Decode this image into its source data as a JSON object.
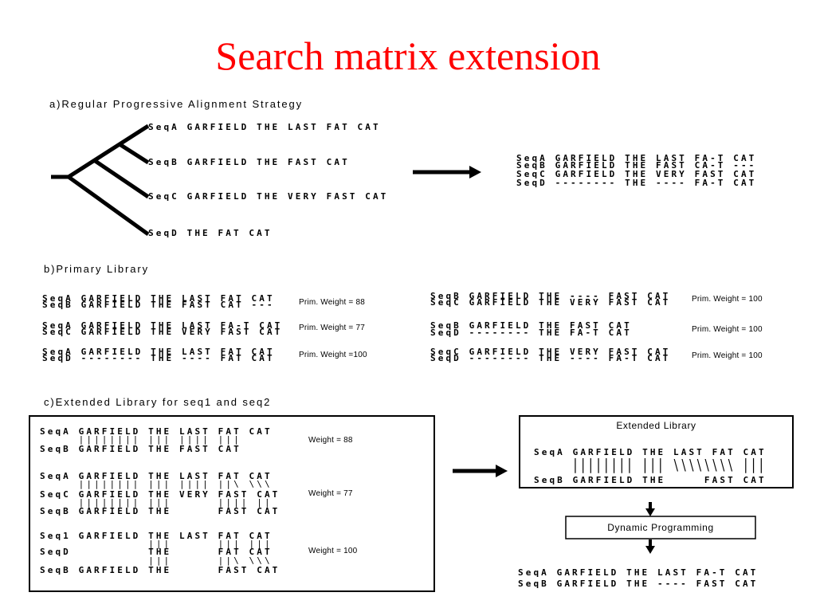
{
  "slide": {
    "title": "Search matrix extension"
  },
  "colors": {
    "title": "#ff0000",
    "ink": "#000000"
  },
  "section_a": {
    "heading": "a)Regular Progressive Alignment Strategy",
    "tree_sequences": [
      "SeqA GARFIELD THE LAST FAT CAT",
      "SeqB GARFIELD THE FAST CAT",
      "SeqC GARFIELD THE VERY FAST CAT",
      "SeqD THE FAT CAT"
    ],
    "alignment": [
      "SeqA GARFIELD THE LAST FA-T CAT",
      "SeqB GARFIELD THE FAST CA-T ---",
      "SeqC GARFIELD THE VERY FAST CAT",
      "SeqD -------- THE ---- FA-T CAT"
    ]
  },
  "section_b": {
    "heading": "b)Primary Library",
    "left_pairs": [
      {
        "lines": [
          "SeqA GARFIELD THE LAST FAT CAT",
          "SeqB GARFIELD THE FAST CAT ---"
        ],
        "weight": "Prim. Weight = 88"
      },
      {
        "lines": [
          "SeqA GARFIELD THE LAST FA-T CAT",
          "SeqC GARFIELD THE VERY FAST CAT"
        ],
        "weight": "Prim. Weight = 77"
      },
      {
        "lines": [
          "SeqA GARFIELD THE LAST FAT CAT",
          "SeqD -------- THE ---- FAT CAT"
        ],
        "weight": "Prim. Weight =100"
      }
    ],
    "right_pairs": [
      {
        "lines": [
          "SeqB GARFIELD THE ---- FAST CAT",
          "SeqC GARFIELD THE VERY FAST CAT"
        ],
        "weight": "Prim. Weight = 100"
      },
      {
        "lines": [
          "SeqB GARFIELD THE FAST CAT",
          "SeqD -------- THE FA-T CAT"
        ],
        "weight": "Prim. Weight = 100"
      },
      {
        "lines": [
          "SeqC GARFIELD THE VERY FAST CAT",
          "SeqD -------- THE ---- FA-T CAT"
        ],
        "weight": "Prim. Weight = 100"
      }
    ]
  },
  "section_c": {
    "heading": "c)Extended Library for seq1 and seq2",
    "groups": [
      {
        "rows": [
          "SeqA GARFIELD THE LAST FAT CAT",
          "     |||||||| ||| |||| |||",
          "SeqB GARFIELD THE FAST CAT"
        ],
        "weight": "Weight = 88"
      },
      {
        "rows": [
          "SeqA GARFIELD THE LAST FAT CAT",
          "     |||||||| ||| |||| ||\\ \\\\\\",
          "SeqC GARFIELD THE VERY FAST CAT",
          "     |||||||| |||      |||| ||",
          "SeqB GARFIELD THE      FAST CAT"
        ],
        "weight": "Weight = 77"
      },
      {
        "rows": [
          "Seq1 GARFIELD THE LAST FAT CAT",
          "              |||      ||| |||",
          "SeqD          THE      FAT CAT",
          "              |||      ||\\ \\\\\\",
          "SeqB GARFIELD THE      FAST CAT"
        ],
        "weight": "Weight = 100"
      }
    ],
    "extended_library": {
      "title": "Extended Library",
      "rows": [
        "SeqA GARFIELD THE LAST FAT CAT",
        "     |||||||| ||| \\\\\\\\\\\\\\\\ |||",
        "SeqB GARFIELD THE     FAST CAT"
      ]
    },
    "dynamic_programming_label": "Dynamic Programming",
    "result": [
      "SeqA GARFIELD THE LAST FA-T CAT",
      "SeqB GARFIELD THE ---- FAST CAT"
    ]
  }
}
